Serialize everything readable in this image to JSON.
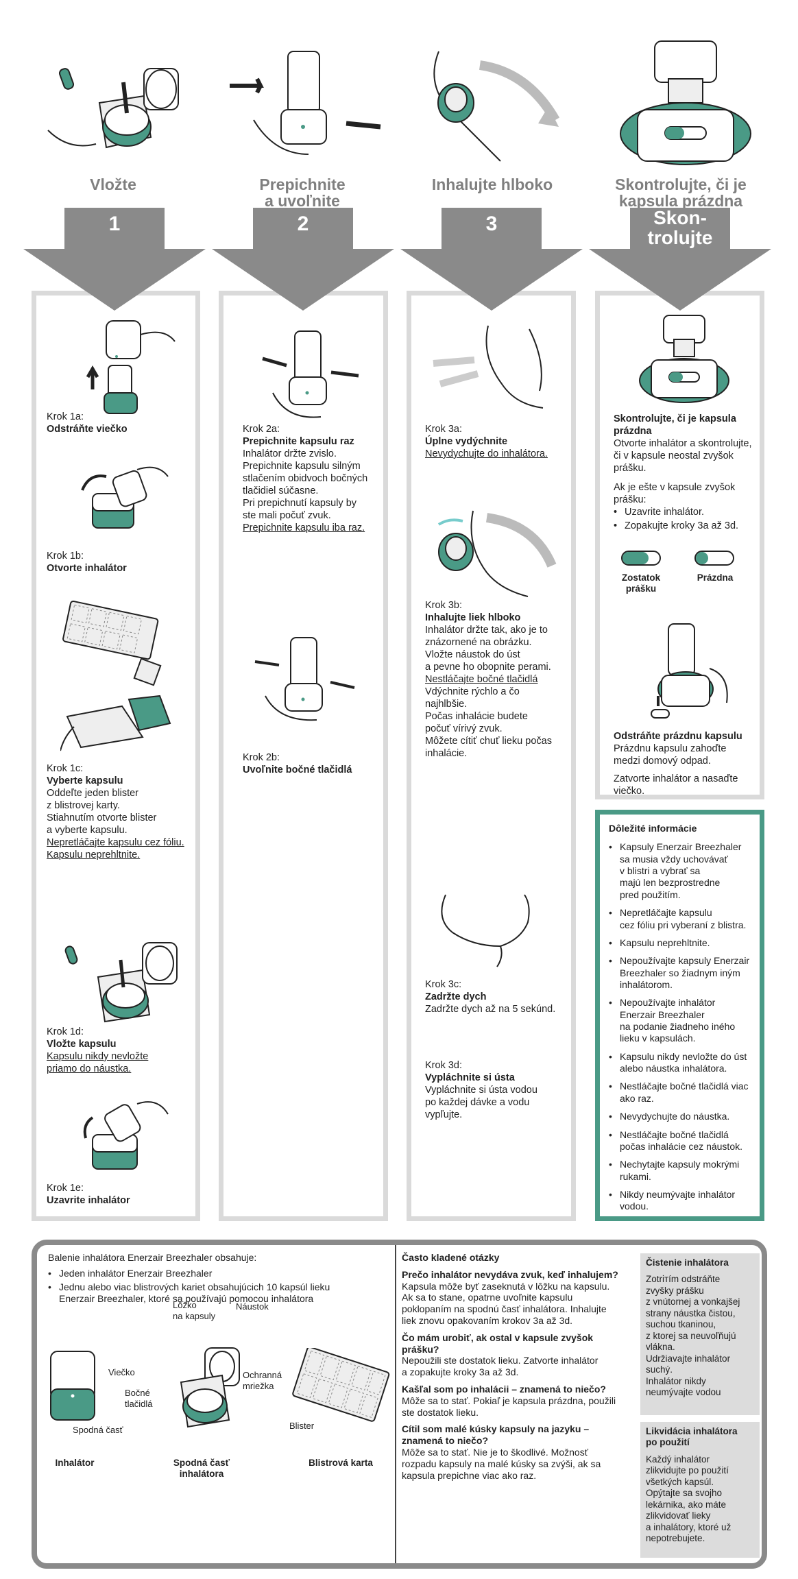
{
  "steps": [
    {
      "title": "Vložte",
      "number": "1"
    },
    {
      "title": "Prepichnite\na uvoľnite",
      "number": "2"
    },
    {
      "title": "Inhalujte hlboko",
      "number": "3"
    },
    {
      "title": "Skontrolujte, či je\nkapsula prázdna",
      "number": "Skon-\ntrolujte"
    }
  ],
  "col1": {
    "k1a": {
      "label": "Krok 1a:",
      "title": "Odstráňte viečko"
    },
    "k1b": {
      "label": "Krok 1b:",
      "title": "Otvorte inhalátor"
    },
    "k1c": {
      "label": "Krok 1c:",
      "title": "Vyberte kapsulu",
      "body": "Oddeľte jeden blister\nz blistrovej karty.\nStiahnutím otvorte blister\na vyberte kapsulu.",
      "u1": "Nepretláčajte kapsulu cez fóliu.",
      "u2": "Kapsulu neprehltnite."
    },
    "k1d": {
      "label": "Krok 1d:",
      "title": "Vložte kapsulu",
      "u1": "Kapsulu nikdy nevložte",
      "u2": "priamo do náustka."
    },
    "k1e": {
      "label": "Krok 1e:",
      "title": "Uzavrite inhalátor"
    }
  },
  "col2": {
    "k2a": {
      "label": "Krok 2a:",
      "title": "Prepichnite kapsulu raz",
      "body": "Inhalátor držte zvislo.\nPrepichnite kapsulu silným\nstlačením obidvoch bočných\ntlačidiel súčasne.\nPri prepichnutí kapsuly by\nste mali počuť zvuk.",
      "u1": "Prepichnite kapsulu iba raz."
    },
    "k2b": {
      "label": "Krok 2b:",
      "title": "Uvoľnite bočné tlačidlá"
    }
  },
  "col3": {
    "k3a": {
      "label": "Krok 3a:",
      "title": "Úplne vydýchnite",
      "u1": "Nevydychujte do inhalátora."
    },
    "k3b": {
      "label": "Krok 3b:",
      "title": "Inhalujte liek hlboko",
      "body": "Inhalátor držte tak, ako je to\nznázornené na obrázku.\nVložte náustok do úst\na pevne ho obopnite perami.",
      "u1": "Nestláčajte bočné tlačidlá",
      "body2": "Vdýchnite rýchlo a čo\nnajhlbšie.\nPočas inhalácie budete\npočuť vírivý zvuk.\nMôžete cítiť chuť lieku počas\ninhalácie."
    },
    "k3c": {
      "label": "Krok 3c:",
      "title": "Zadržte dych",
      "body": "Zadržte dych až na 5 sekúnd."
    },
    "k3d": {
      "label": "Krok 3d:",
      "title": "Vypláchnite si ústa",
      "body": "Vypláchnite si ústa vodou\npo každej dávke a vodu\nvypľujte."
    }
  },
  "col4": {
    "check_title": "Skontrolujte, či je kapsula\nprázdna",
    "check_body": "Otvorte inhalátor a skontrolujte,\nči v kapsule neostal zvyšok\nprášku.",
    "remain_intro": "Ak je ešte v kapsule zvyšok\nprášku:",
    "remain_items": [
      "Uzavrite inhalátor.",
      "Zopakujte kroky 3a až 3d."
    ],
    "cap_full": "Zostatok\nprášku",
    "cap_empty": "Prázdna",
    "remove_title": "Odstráňte prázdnu kapsulu",
    "remove_body": "Prázdnu kapsulu zahoďte\nmedzi domový odpad.",
    "close_body": "Zatvorte inhalátor a nasaďte\nviečko."
  },
  "important": {
    "title": "Dôležité informácie",
    "items": [
      "Kapsuly Enerzair Breezhaler\nsa musia vždy uchovávať\nv blistri a vybrať sa\nmajú len bezprostredne\npred použitím.",
      "Nepretláčajte kapsulu\ncez fóliu pri vyberaní z blistra.",
      "Kapsulu neprehltnite.",
      "Nepoužívajte kapsuly Enerzair\nBreezhaler so žiadnym iným\ninhalátorom.",
      "Nepoužívajte inhalátor\nEnerzair Breezhaler\nna podanie žiadneho iného\nlieku v kapsulách.",
      "Kapsulu nikdy nevložte do úst\nalebo náustka inhalátora.",
      "Nestláčajte bočné tlačidlá viac\nako raz.",
      "Nevydychujte do náustka.",
      "Nestláčajte bočné tlačidlá\npočas inhalácie cez náustok.",
      "Nechytajte kapsuly mokrými\nrukami.",
      "Nikdy neumývajte inhalátor\nvodou."
    ]
  },
  "pack": {
    "intro": "Balenie inhalátora Enerzair Breezhaler obsahuje:",
    "items": [
      "Jeden inhalátor Enerzair Breezhaler",
      "Jednu alebo viac blistrových kariet obsahujúcich 10 kapsúl lieku\nEnerzair Breezhaler, ktoré sa používajú pomocou inhalátora"
    ],
    "labels": {
      "cap": "Viečko",
      "base": "Spodná časť",
      "chamber": "Lôžko\nna kapsuly",
      "mouthpiece": "Náustok",
      "screen": "Ochranná\nmriežka",
      "buttons": "Bočné\ntlačidlá",
      "blister": "Blister"
    },
    "captions": {
      "inhaler": "Inhalátor",
      "base": "Spodná časť\ninhalátora",
      "card": "Blistrová karta"
    }
  },
  "faq": {
    "title": "Často kladené otázky",
    "items": [
      {
        "q": "Prečo inhalátor nevydáva zvuk, keď inhalujem?",
        "a": "Kapsula môže byť zaseknutá v lôžku na kapsulu.\nAk sa to stane, opatrne uvoľnite kapsulu\npoklopaním na spodnú časť inhalátora. Inhalujte\nliek znovu opakovaním krokov 3a až 3d."
      },
      {
        "q": "Čo mám urobiť, ak ostal v kapsule zvyšok\nprášku?",
        "a": "Nepoužili ste dostatok lieku. Zatvorte inhalátor\na zopakujte kroky 3a až 3d."
      },
      {
        "q": "Kašľal som po inhalácii – znamená to niečo?",
        "a": "Môže sa to stať. Pokiaľ je kapsula prázdna, použili\nste dostatok lieku."
      },
      {
        "q": "Cítil som malé kúsky kapsuly na jazyku –\nznamená to niečo?",
        "a": "Môže sa to stať. Nie je to škodlivé. Možnosť\nrozpadu kapsuly na malé kúsky sa zvýši, ak sa\nkapsula prepichne viac ako raz."
      }
    ]
  },
  "cleaning": {
    "title": "Čistenie inhalátora",
    "body": "Zotrітím odstráňte\nzvyšky prášku\nz vnútornej a vonkajšej\nstrany náustka čistou,\nsuchou tkaninou,\nz ktorej sa neuvoľňujú\nvlákna.\nUdržiavajte inhalátor\nsuchý.\nInhalátor nikdy\nneumývajte vodou"
  },
  "disposal": {
    "title": "Likvidácia inhalátora\npo použití",
    "body": "Každý inhalátor\nzlikvidujte po použití\nvšetkých kapsúl.\nOpýtajte sa svojho\nlekárnika, ako máte\nzlikvidovať lieky\na inhalátory, ktoré už\nnepotrebujete."
  },
  "colors": {
    "green": "#4a9a86",
    "arrow": "#8a8a8a",
    "panel": "#dadada",
    "title": "#7f7f7f"
  }
}
